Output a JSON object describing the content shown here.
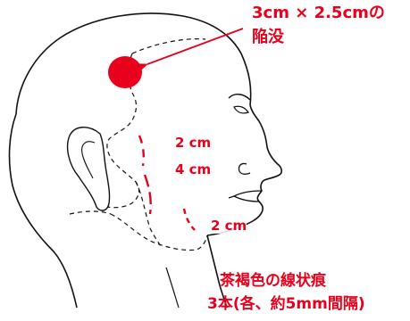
{
  "annotations": {
    "depression": {
      "line1": "3cm × 2.5cmの",
      "line2": "陥没"
    },
    "measurements": {
      "upper": "2 cm",
      "middle": "4 cm",
      "lower": "2 cm"
    },
    "scar_note": {
      "line1": "茶褐色の線状痕",
      "line2": "3本(各、約5mm間隔)"
    }
  },
  "colors": {
    "annotation": "#e8001c",
    "outline": "#111111"
  }
}
